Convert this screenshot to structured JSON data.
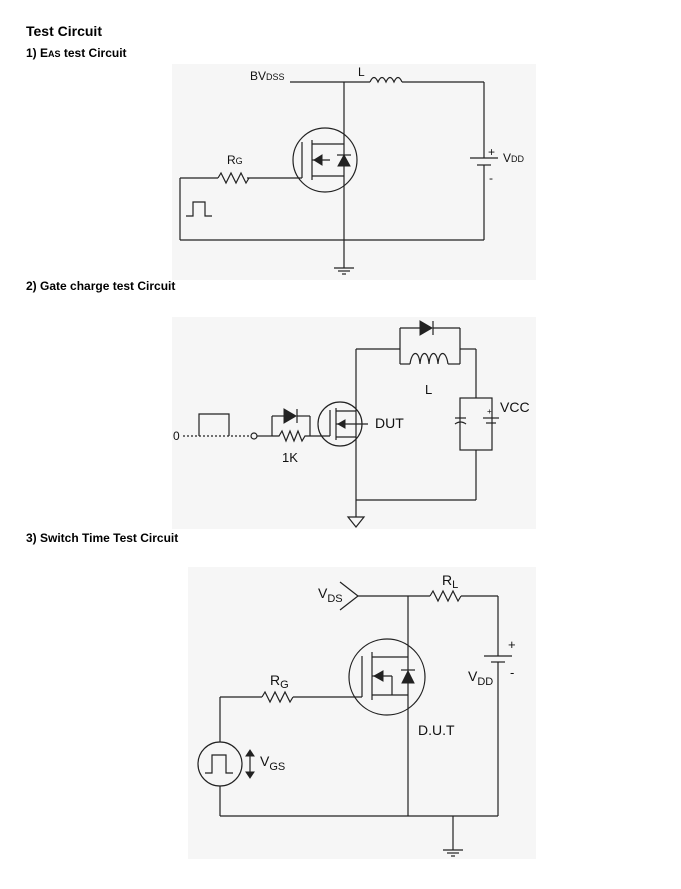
{
  "title": "Test Circuit",
  "sections": [
    {
      "heading": "1) E",
      "heading_sub": "AS",
      "heading_rest": " test Circuit",
      "labels": {
        "bv": "BV",
        "bv_sub": "DSS",
        "l": "L",
        "rg": "R",
        "rg_sub": "G",
        "plus": "+",
        "vdd": "V",
        "vdd_sub": "DD",
        "minus": "-"
      }
    },
    {
      "heading": "2) Gate charge test Circuit",
      "labels": {
        "l": "L",
        "vcc": "VCC",
        "dut": "DUT",
        "r": "1K",
        "zero": "0"
      }
    },
    {
      "heading": "3) Switch Time Test Circuit",
      "labels": {
        "vds": "V",
        "vds_sub": "DS",
        "rl": "R",
        "rl_sub": "L",
        "rg": "R",
        "rg_sub": "G",
        "vdd": "V",
        "vdd_sub": "DD",
        "plus": "+",
        "minus": "-",
        "dut": "D.U.T",
        "vgs": "V",
        "vgs_sub": "GS"
      }
    }
  ]
}
